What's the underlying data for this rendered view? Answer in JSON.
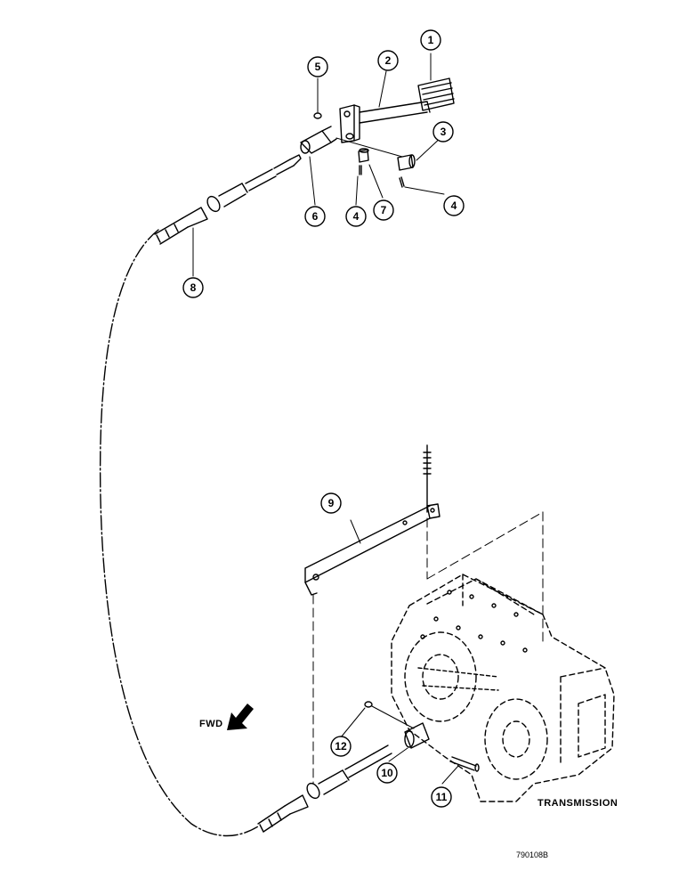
{
  "diagram": {
    "callouts": [
      "1",
      "2",
      "3",
      "4",
      "5",
      "6",
      "4",
      "7",
      "8",
      "9",
      "10",
      "11",
      "12"
    ],
    "labels": {
      "transmission": "TRANSMISSION",
      "forward": "FWD",
      "part_number": "790108B"
    }
  }
}
